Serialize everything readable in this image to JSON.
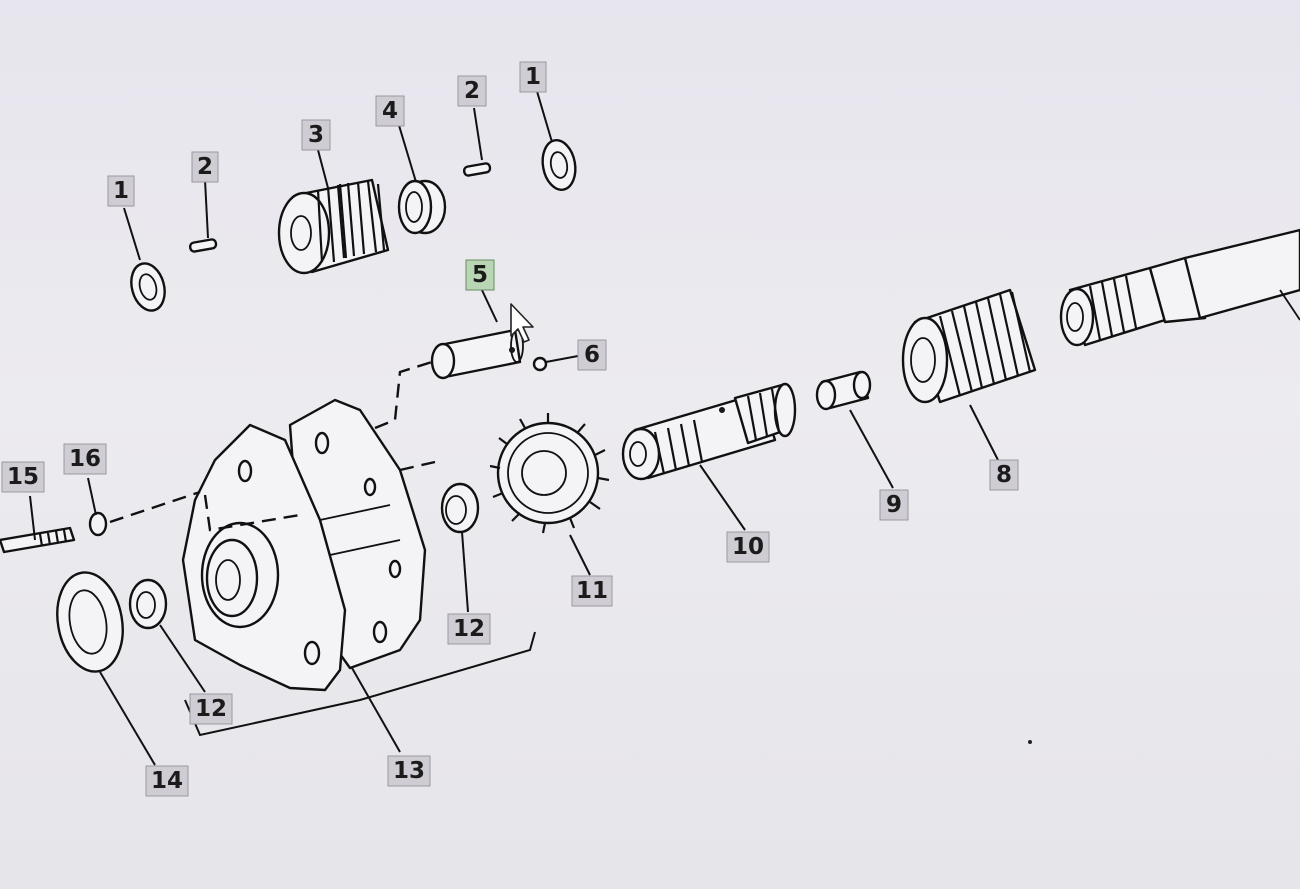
{
  "callouts": {
    "c1a": "1",
    "c2a": "2",
    "c3": "3",
    "c4": "4",
    "c2b": "2",
    "c1b": "1",
    "c5": "5",
    "c6": "6",
    "c8": "8",
    "c9": "9",
    "c10": "10",
    "c11": "11",
    "c12a": "12",
    "c12b": "12",
    "c13": "13",
    "c14": "14",
    "c15": "15",
    "c16": "16"
  },
  "colors": {
    "line": "#111111",
    "callout_fill": "#cfcdd3",
    "callout_highlight": "#b9d6b4",
    "background": "#e9e8ee"
  }
}
